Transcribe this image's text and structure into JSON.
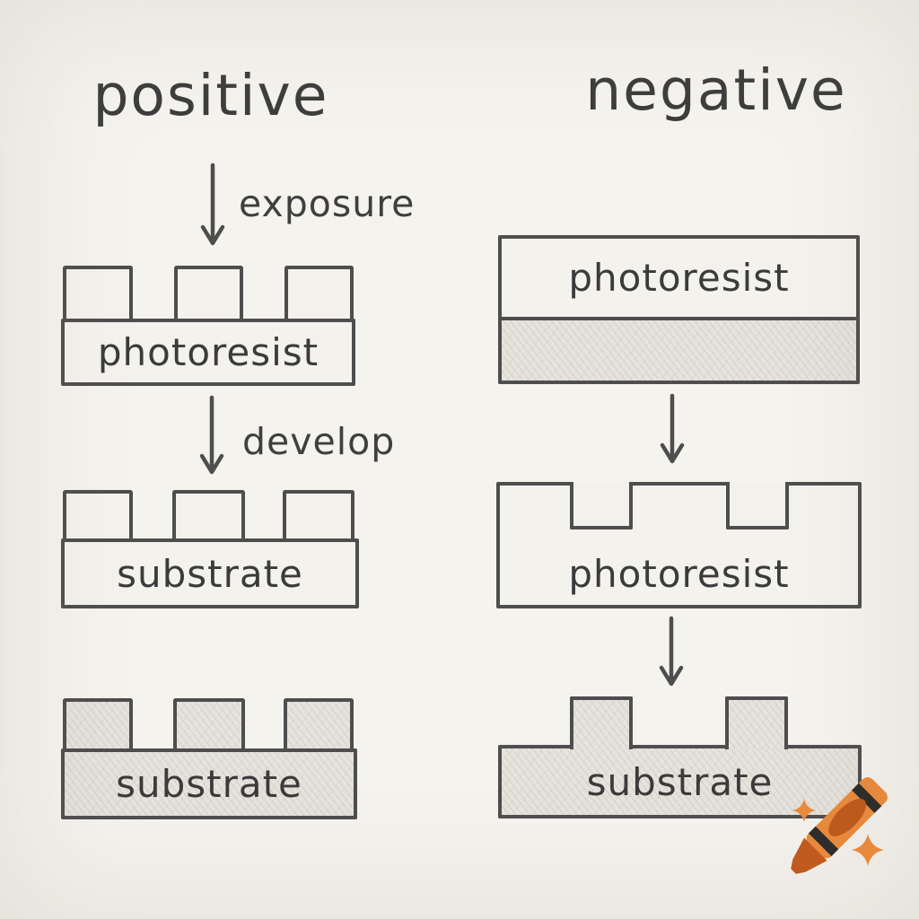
{
  "page": {
    "background_color": "#f2f0ea",
    "line_color": "#4e4e4e",
    "shade_color": "#e6e3dd",
    "text_color": "#3d3d3d"
  },
  "positive_column": {
    "title": "positive",
    "exposure_arrow_label": "exposure",
    "develop_arrow_label": "develop",
    "stage1": {
      "label": "photoresist",
      "pattern": "three mask blocks on resist layer",
      "shaded": false
    },
    "stage2": {
      "label": "substrate",
      "pattern": "three resist blocks on substrate layer",
      "shaded": false
    },
    "stage3": {
      "label": "substrate",
      "pattern": "three raised ridges on etched substrate",
      "shaded": true
    }
  },
  "negative_column": {
    "title": "negative",
    "stage1": {
      "label": "photoresist",
      "pattern": "photoresist layer over shaded bottom layer",
      "shaded": true
    },
    "stage2": {
      "label": "photoresist",
      "pattern": "resist slab with two developed notches",
      "shaded": false
    },
    "stage3": {
      "label": "substrate",
      "pattern": "etched substrate with two raised ridges",
      "shaded": true
    }
  },
  "watermark": {
    "icon": "crayon-icon",
    "colors": {
      "crayon_body": "#e7893d",
      "crayon_dark": "#c05a1e",
      "crayon_stripe": "#2f2d2c",
      "sparkle": "#e9893c"
    }
  }
}
